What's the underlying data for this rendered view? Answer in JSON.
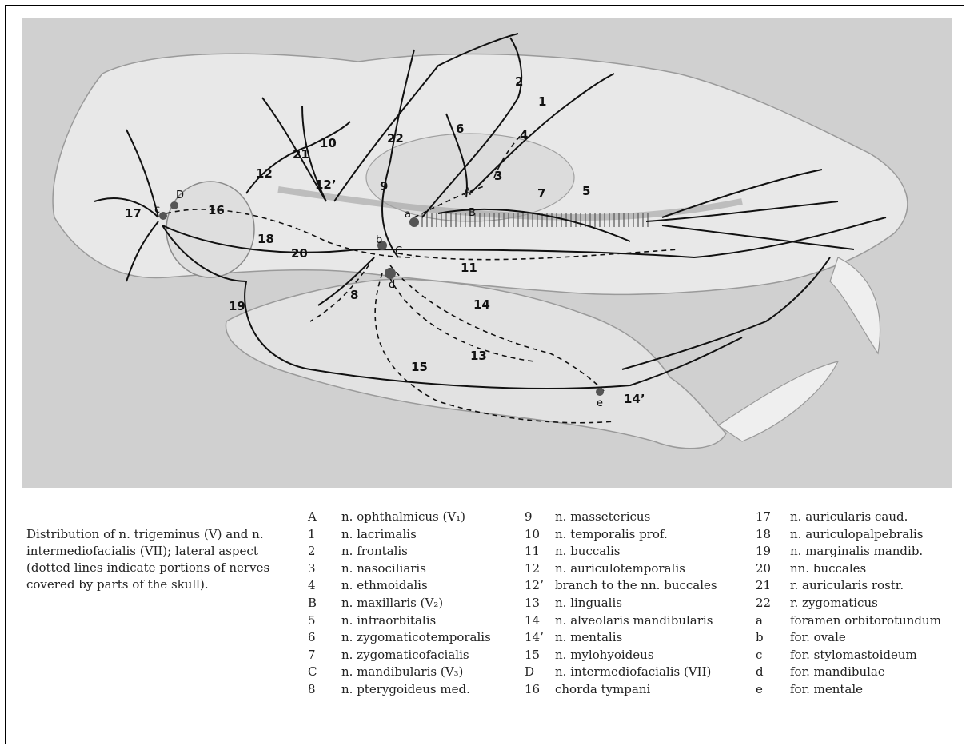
{
  "caption": "Distribution of n. trigeminus (V) and n. intermediofacialis (VII); lateral aspect (dotted lines indicate portions of nerves covered by parts of the skull).",
  "legend": {
    "col1": [
      {
        "key": "A",
        "text": "n. ophthalmicus (V₁)"
      },
      {
        "key": "1",
        "text": "n. lacrimalis"
      },
      {
        "key": "2",
        "text": "n. frontalis"
      },
      {
        "key": "3",
        "text": "n. nasociliaris"
      },
      {
        "key": "4",
        "text": "n. ethmoidalis"
      },
      {
        "key": "B",
        "text": "n. maxillaris (V₂)"
      },
      {
        "key": "5",
        "text": "n. infraorbitalis"
      },
      {
        "key": "6",
        "text": "n. zygomaticotemporalis"
      },
      {
        "key": "7",
        "text": "n. zygomaticofacialis"
      },
      {
        "key": "C",
        "text": "n. mandibularis (V₃)"
      },
      {
        "key": "8",
        "text": "n. pterygoideus med."
      }
    ],
    "col2": [
      {
        "key": "9",
        "text": "n. massetericus"
      },
      {
        "key": "10",
        "text": "n. temporalis prof."
      },
      {
        "key": "11",
        "text": "n. buccalis"
      },
      {
        "key": "12",
        "text": "n. auriculotemporalis"
      },
      {
        "key": "12’",
        "text": "branch to the nn. buccales"
      },
      {
        "key": "13",
        "text": "n. lingualis"
      },
      {
        "key": "14",
        "text": "n. alveolaris mandibularis"
      },
      {
        "key": "14’",
        "text": "n. mentalis"
      },
      {
        "key": "15",
        "text": "n. mylohyoideus"
      },
      {
        "key": "D",
        "text": "n. intermediofacialis (VII)"
      },
      {
        "key": "16",
        "text": "chorda tympani"
      }
    ],
    "col3": [
      {
        "key": "17",
        "text": "n. auricularis caud."
      },
      {
        "key": "18",
        "text": "n. auriculopalpebralis"
      },
      {
        "key": "19",
        "text": "n. marginalis mandib."
      },
      {
        "key": "20",
        "text": "nn. buccales"
      },
      {
        "key": "21",
        "text": "r. auricularis rostr."
      },
      {
        "key": "22",
        "text": "r. zygomaticus"
      },
      {
        "key": "a",
        "text": "foramen orbitorotundum"
      },
      {
        "key": "b",
        "text": "for. ovale"
      },
      {
        "key": "c",
        "text": "for. stylomastoideum"
      },
      {
        "key": "d",
        "text": "for. mandibulae"
      },
      {
        "key": "e",
        "text": "for. mentale"
      }
    ]
  },
  "diagram_labels": {
    "n1": "1",
    "n2": "2",
    "n3": "3",
    "n4": "4",
    "n5": "5",
    "n6": "6",
    "n7": "7",
    "n8": "8",
    "n9": "9",
    "n10": "10",
    "n11": "11",
    "n12": "12",
    "n12p": "12’",
    "n13": "13",
    "n14": "14",
    "n14p": "14’",
    "n15": "15",
    "n16": "16",
    "n17": "17",
    "n18": "18",
    "n19": "19",
    "n20": "20",
    "n21": "21",
    "n22": "22",
    "A": "A",
    "B": "B",
    "C": "C",
    "D": "D",
    "a": "a",
    "b": "b",
    "c": "c",
    "d": "d",
    "e": "e"
  },
  "colors": {
    "figure_bg": "#d0d0d0",
    "skull": "#e6e6e6",
    "nerve": "#111111"
  }
}
